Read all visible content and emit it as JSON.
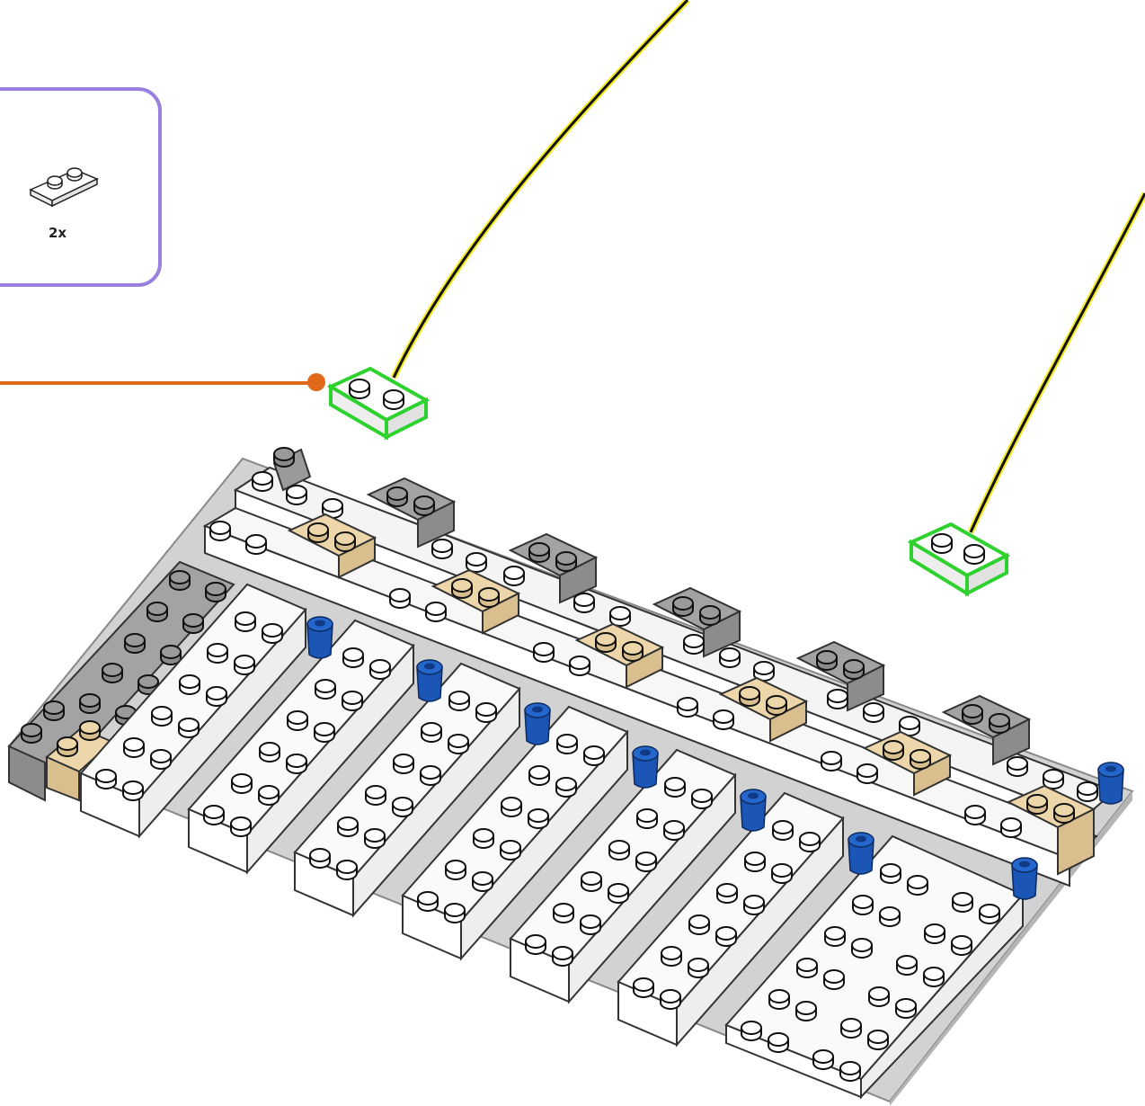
{
  "callout": {
    "quantity": "2x",
    "part_icon": "plate-1x2-white-icon"
  },
  "colors": {
    "callout_border": "#9a7fe0",
    "pointer_line": "#e06a1a",
    "highlight": "#2fd12f",
    "guide_line_outer": "#f5ec1e",
    "guide_line_inner": "#111111",
    "brick_white": "#ffffff",
    "brick_grey": "#a3a3a3",
    "brick_dark_grey": "#7b7b7b",
    "brick_tan": "#e8d2a6",
    "brick_blue": "#1b55b5",
    "baseplate": "#c9c9c9"
  },
  "illustration": {
    "type": "lego-build-step",
    "highlighted_parts": [
      "plate-1x2-white",
      "plate-1x2-white"
    ]
  }
}
